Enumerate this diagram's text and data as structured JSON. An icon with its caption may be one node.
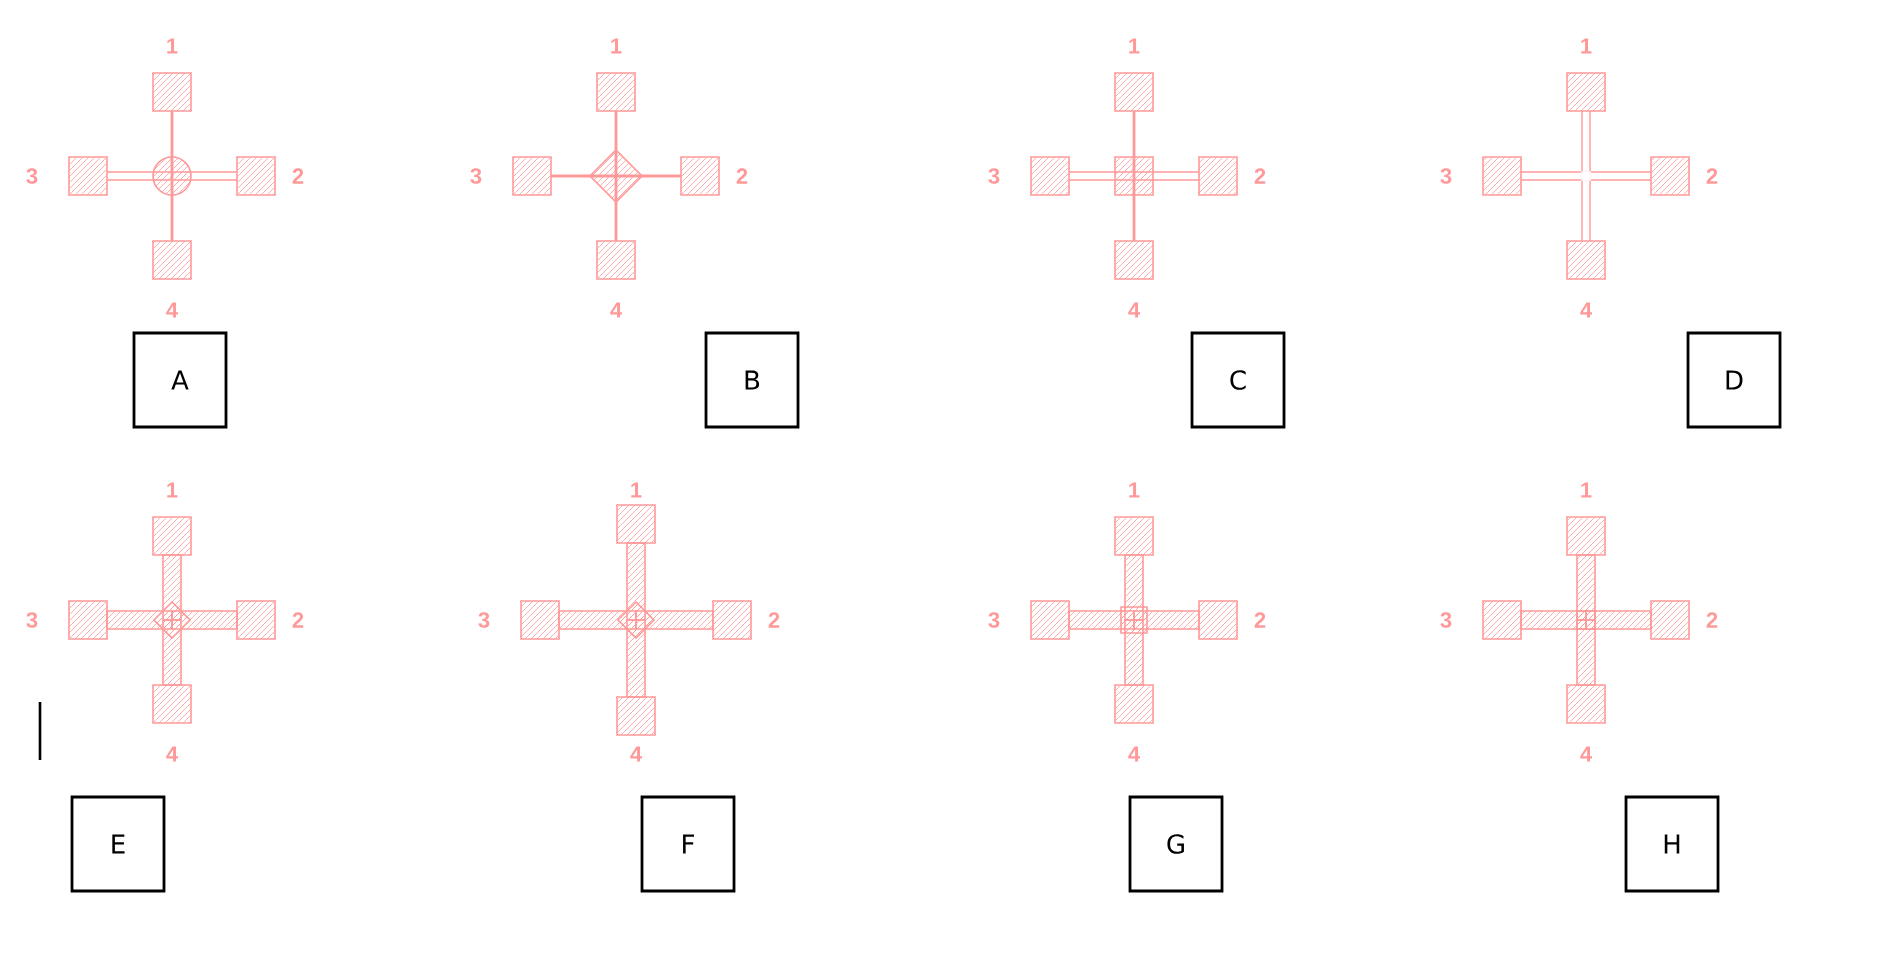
{
  "diagram": {
    "nodes": [
      {
        "text": [
          "A"
        ]
      },
      {
        "text": [
          "B"
        ]
      },
      {
        "text": [
          "C"
        ]
      },
      {
        "text": [
          "D"
        ]
      },
      {
        "text": [
          "E"
        ]
      },
      {
        "text": [
          "F"
        ]
      },
      {
        "text": [
          "G"
        ]
      },
      {
        "text": [
          "H"
        ]
      }
    ],
    "labels": [
      "1",
      "3",
      "2",
      "4",
      "1",
      "3",
      "2",
      "4",
      "1",
      "3",
      "2",
      "4",
      "1",
      "3",
      "2",
      "4",
      "1",
      "3",
      "2",
      "4",
      "1",
      "3",
      "2",
      "4",
      "1",
      "3",
      "2",
      "4",
      "1",
      "3",
      "2",
      "4"
    ]
  }
}
